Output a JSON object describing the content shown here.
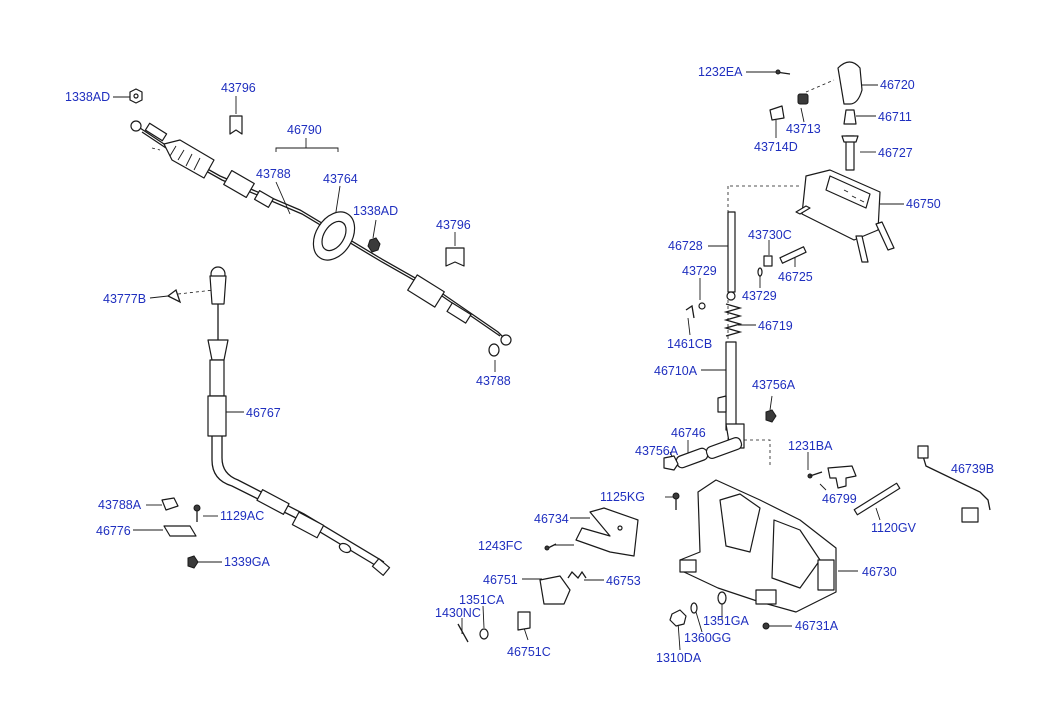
{
  "diagram": {
    "labels": [
      {
        "id": "l01",
        "text": "1338AD"
      },
      {
        "id": "l02",
        "text": "43796"
      },
      {
        "id": "l03",
        "text": "46790"
      },
      {
        "id": "l04",
        "text": "43788"
      },
      {
        "id": "l05",
        "text": "43764"
      },
      {
        "id": "l06",
        "text": "1338AD"
      },
      {
        "id": "l07",
        "text": "43796"
      },
      {
        "id": "l08",
        "text": "43777B"
      },
      {
        "id": "l09",
        "text": "43788"
      },
      {
        "id": "l10",
        "text": "46767"
      },
      {
        "id": "l11",
        "text": "43788A"
      },
      {
        "id": "l12",
        "text": "1129AC"
      },
      {
        "id": "l13",
        "text": "46776"
      },
      {
        "id": "l14",
        "text": "1339GA"
      },
      {
        "id": "l15",
        "text": "1232EA"
      },
      {
        "id": "l16",
        "text": "46720"
      },
      {
        "id": "l17",
        "text": "43713"
      },
      {
        "id": "l18",
        "text": "46711"
      },
      {
        "id": "l19",
        "text": "43714D"
      },
      {
        "id": "l20",
        "text": "46727"
      },
      {
        "id": "l21",
        "text": "46750"
      },
      {
        "id": "l22",
        "text": "46728"
      },
      {
        "id": "l23",
        "text": "43730C"
      },
      {
        "id": "l24",
        "text": "43729"
      },
      {
        "id": "l25",
        "text": "46725"
      },
      {
        "id": "l26",
        "text": "43729"
      },
      {
        "id": "l27",
        "text": "46719"
      },
      {
        "id": "l28",
        "text": "1461CB"
      },
      {
        "id": "l29",
        "text": "46710A"
      },
      {
        "id": "l30",
        "text": "43756A"
      },
      {
        "id": "l31",
        "text": "46746"
      },
      {
        "id": "l32",
        "text": "43756A"
      },
      {
        "id": "l33",
        "text": "1231BA"
      },
      {
        "id": "l34",
        "text": "46739B"
      },
      {
        "id": "l35",
        "text": "1125KG"
      },
      {
        "id": "l36",
        "text": "46799"
      },
      {
        "id": "l37",
        "text": "46734"
      },
      {
        "id": "l38",
        "text": "1120GV"
      },
      {
        "id": "l39",
        "text": "1243FC"
      },
      {
        "id": "l40",
        "text": "46730"
      },
      {
        "id": "l41",
        "text": "46751"
      },
      {
        "id": "l42",
        "text": "46753"
      },
      {
        "id": "l43",
        "text": "1351CA"
      },
      {
        "id": "l44",
        "text": "1430NC"
      },
      {
        "id": "l45",
        "text": "1351GA"
      },
      {
        "id": "l46",
        "text": "46731A"
      },
      {
        "id": "l47",
        "text": "1360GG"
      },
      {
        "id": "l48",
        "text": "46751C"
      },
      {
        "id": "l49",
        "text": "1310DA"
      }
    ]
  }
}
